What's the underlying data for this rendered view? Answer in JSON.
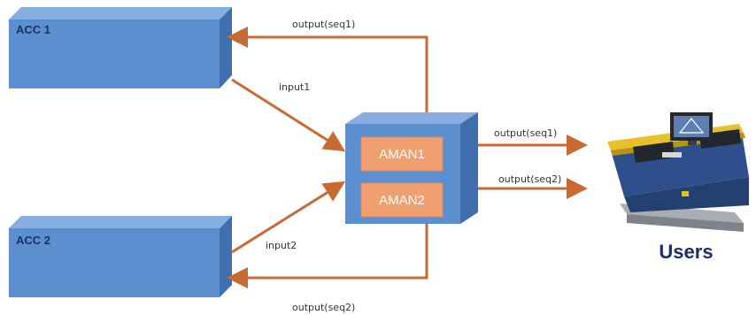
{
  "nodes": {
    "acc1": {
      "label": "ACC 1"
    },
    "acc2": {
      "label": "ACC 2"
    },
    "aman1": {
      "label": "AMAN1"
    },
    "aman2": {
      "label": "AMAN2"
    },
    "users": {
      "label": "Users"
    }
  },
  "edges": {
    "output_seq1_top": "output(seq1)",
    "input1": "input1",
    "output_seq1_users": "output(seq1)",
    "output_seq2_users": "output(seq2)",
    "input2": "input2",
    "output_seq2_bottom": "output(seq2)"
  },
  "colors": {
    "box_blue": "#5b8fd0",
    "aman_orange": "#f0a070",
    "arrow_orange": "#c96a33",
    "label_navy": "#1d2f66"
  }
}
